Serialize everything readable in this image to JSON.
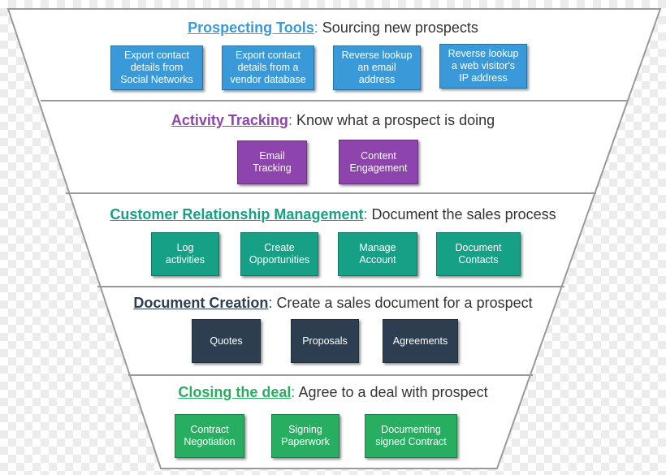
{
  "stages": [
    {
      "heading": "Prospecting Tools",
      "colon": ":",
      "description": "Sourcing new prospects",
      "color": "#3a9ad9",
      "boxes": [
        "Export contact\ndetails from\nSocial Networks",
        "Export contact\ndetails from a\nvendor database",
        "Reverse lookup\nan email\naddress",
        "Reverse lookup\na web visitor's\nIP address"
      ]
    },
    {
      "heading": "Activity Tracking",
      "colon": ":",
      "description": "Know what a prospect is doing",
      "color": "#8e44ad",
      "boxes": [
        "Email\nTracking",
        "Content\nEngagement"
      ]
    },
    {
      "heading": "Customer Relationship Management",
      "colon": ":",
      "description": "Document the sales process",
      "color": "#16a085",
      "boxes": [
        "Log\nactivities",
        "Create\nOpportunities",
        "Manage\nAccount",
        "Document\nContacts"
      ]
    },
    {
      "heading": "Document Creation",
      "colon": ":",
      "description": "Create a sales document for a prospect",
      "color": "#2c3e50",
      "boxes": [
        "Quotes",
        "Proposals",
        "Agreements"
      ]
    },
    {
      "heading": "Closing the deal",
      "colon": ":",
      "description": "Agree to a deal with prospect",
      "color": "#27ae60",
      "boxes": [
        "Contract\nNegotiation",
        "Signing\nPaperwork",
        "Documenting\nsigned Contract"
      ]
    }
  ]
}
